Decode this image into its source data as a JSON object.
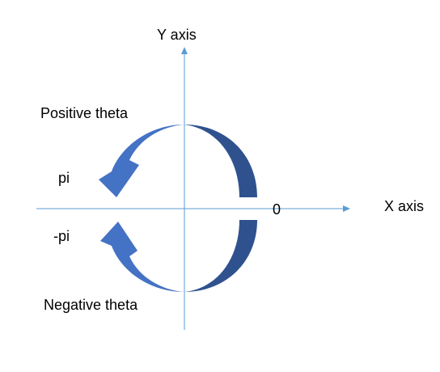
{
  "axes": {
    "y_label": "Y axis",
    "x_label": "X axis",
    "zero_label": "0"
  },
  "labels": {
    "positive": "Positive theta",
    "negative": "Negative theta",
    "pi": "pi",
    "neg_pi": "-pi"
  },
  "colors": {
    "axis": "#5B9BD5",
    "arrow_light": "#4472C4",
    "arrow_dark": "#2F4E8C"
  }
}
